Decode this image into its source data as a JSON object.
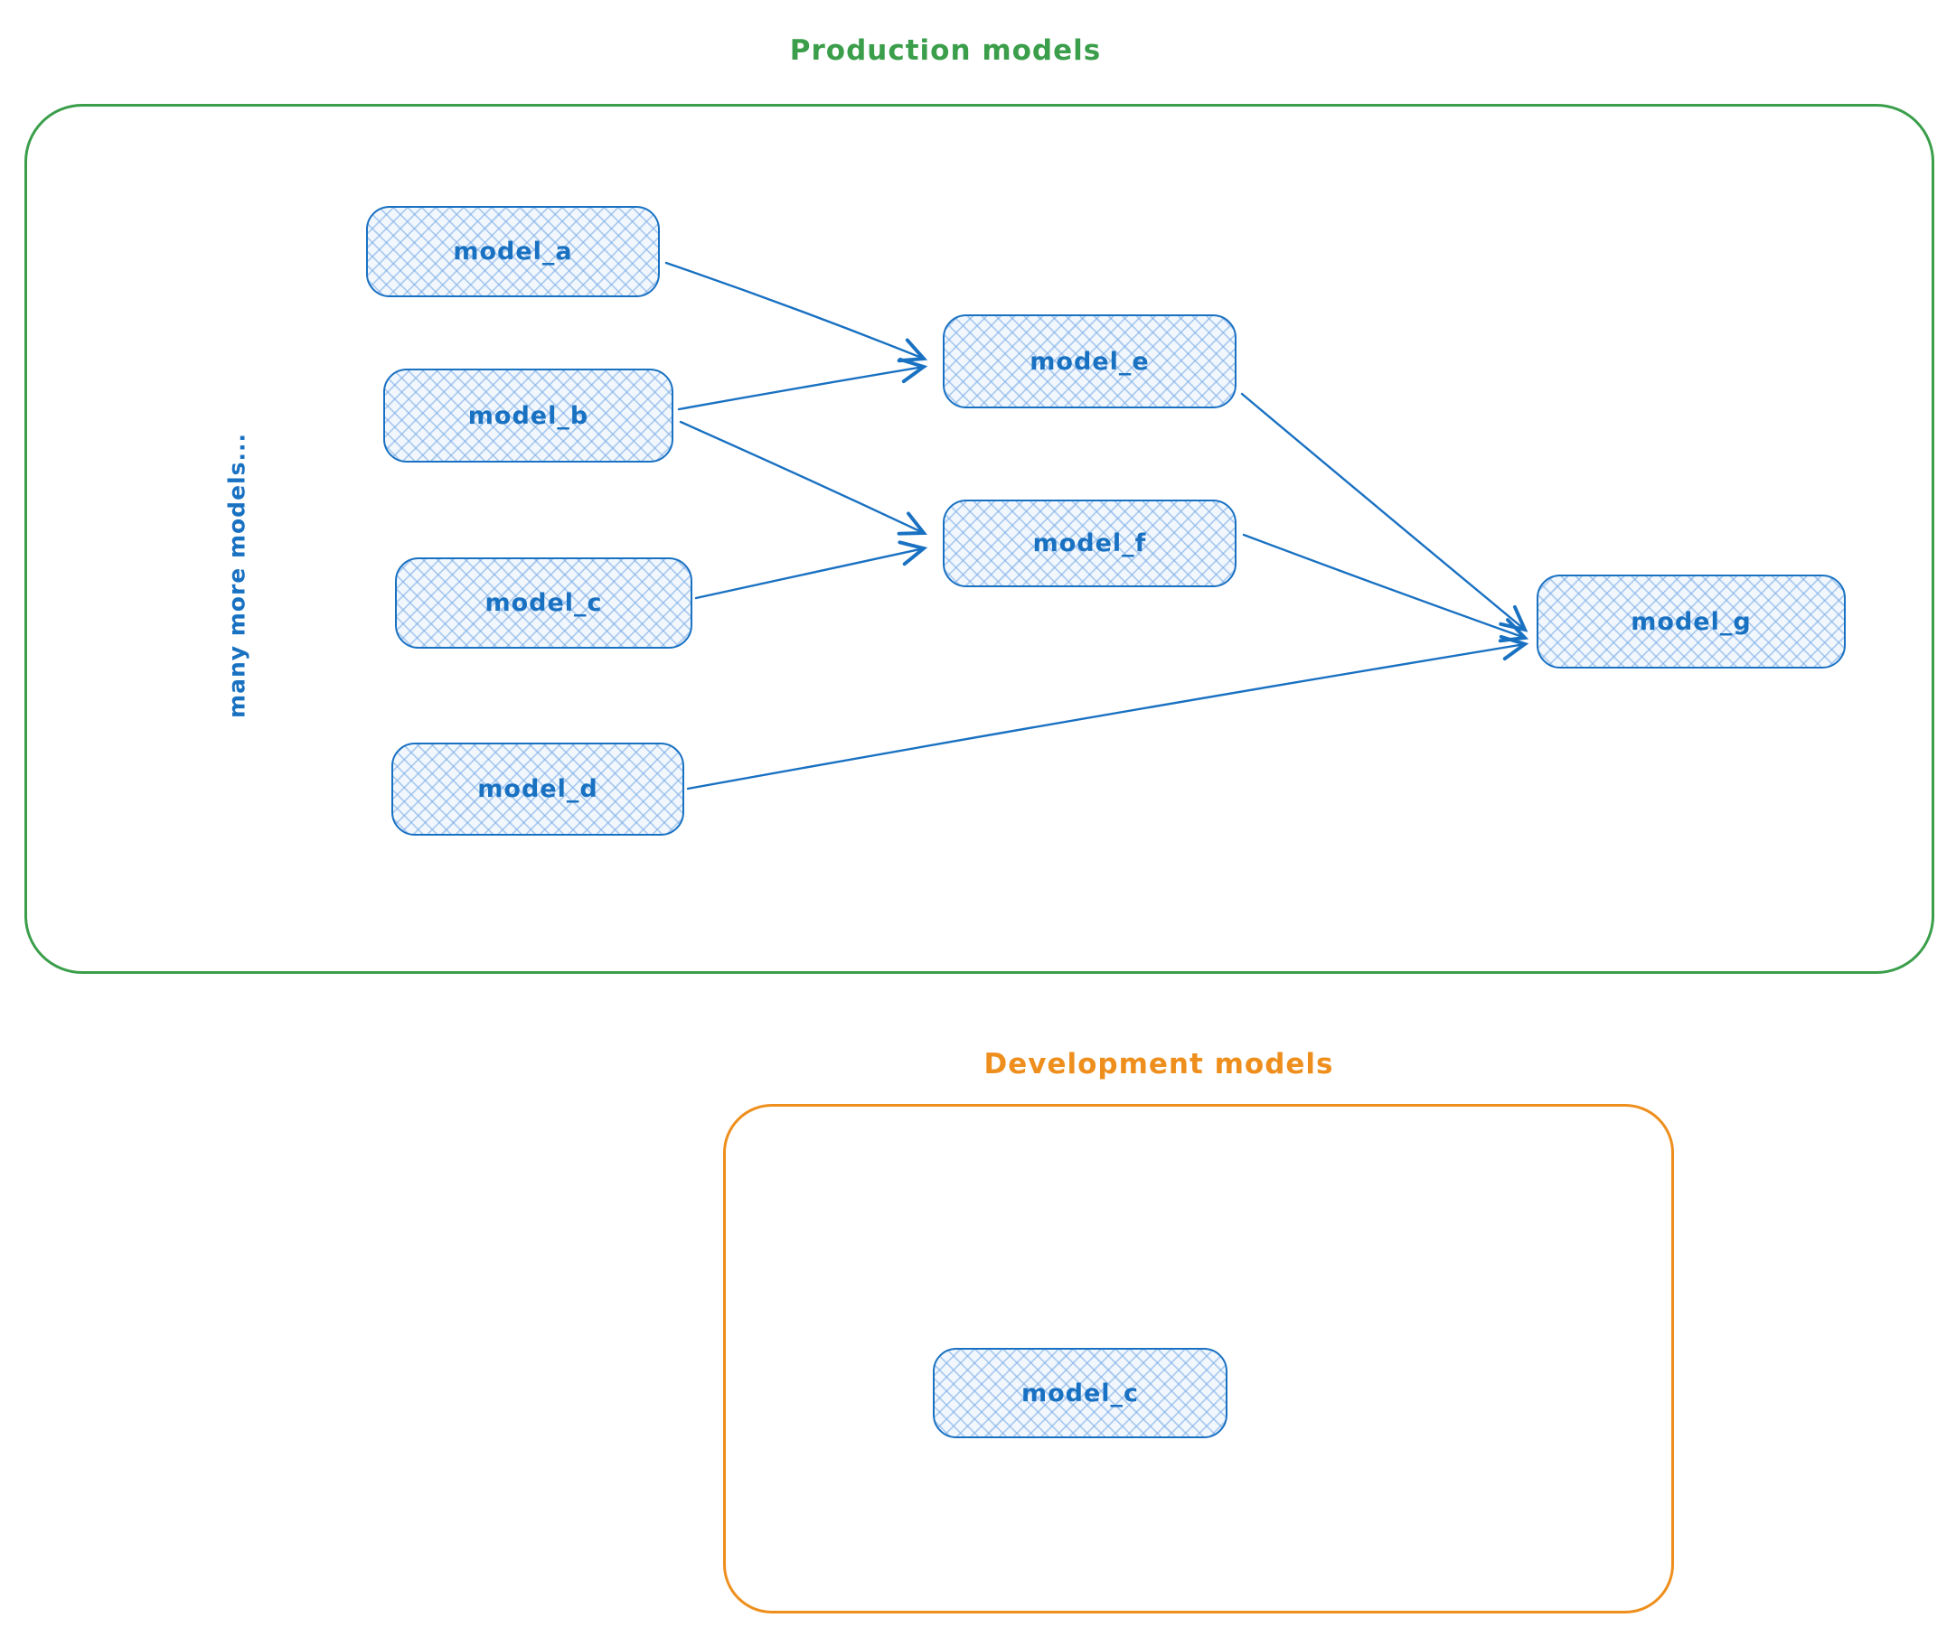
{
  "colors": {
    "green": "#3a9e4a",
    "orange": "#ee8f1d",
    "blue": "#1971c2",
    "node_fill": "#f1f7fd"
  },
  "production": {
    "title": "Production models",
    "side_note": "many more models...",
    "nodes": [
      {
        "id": "model_a",
        "label": "model_a"
      },
      {
        "id": "model_b",
        "label": "model_b"
      },
      {
        "id": "model_c",
        "label": "model_c"
      },
      {
        "id": "model_d",
        "label": "model_d"
      },
      {
        "id": "model_e",
        "label": "model_e"
      },
      {
        "id": "model_f",
        "label": "model_f"
      },
      {
        "id": "model_g",
        "label": "model_g"
      }
    ],
    "edges": [
      {
        "from": "model_a",
        "to": "model_e"
      },
      {
        "from": "model_b",
        "to": "model_e"
      },
      {
        "from": "model_b",
        "to": "model_f"
      },
      {
        "from": "model_c",
        "to": "model_f"
      },
      {
        "from": "model_e",
        "to": "model_g"
      },
      {
        "from": "model_f",
        "to": "model_g"
      },
      {
        "from": "model_d",
        "to": "model_g"
      }
    ]
  },
  "development": {
    "title": "Development models",
    "nodes": [
      {
        "id": "model_c",
        "label": "model_c"
      }
    ]
  }
}
